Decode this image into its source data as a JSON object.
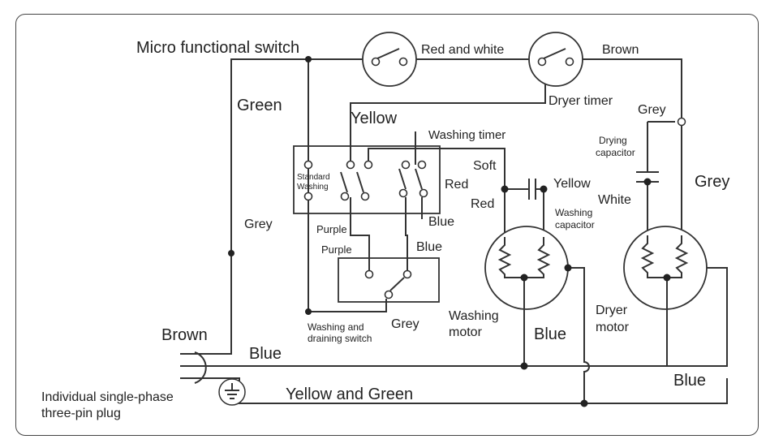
{
  "labels": {
    "micro_switch": "Micro functional switch",
    "red_and_white": "Red and white",
    "brown_top": "Brown",
    "dryer_timer": "Dryer timer",
    "green": "Green",
    "yellow_top": "Yellow",
    "washing_timer": "Washing timer",
    "grey_right": "Grey",
    "drying_capacitor_1": "Drying",
    "drying_capacitor_2": "capacitor",
    "grey_big": "Grey",
    "standard_1": "Standard",
    "standard_2": "Washing",
    "soft": "Soft",
    "red_1": "Red",
    "red_2": "Red",
    "yellow_cap": "Yellow",
    "white": "White",
    "washing_capacitor_1": "Washing",
    "washing_capacitor_2": "capacitor",
    "grey_left": "Grey",
    "purple_1": "Purple",
    "blue_1": "Blue",
    "purple_2": "Purple",
    "blue_2": "Blue",
    "washing_motor_1": "Washing",
    "washing_motor_2": "motor",
    "dryer_motor_1": "Dryer",
    "dryer_motor_2": "motor",
    "grey_switch": "Grey",
    "wash_drain_1": "Washing and",
    "wash_drain_2": "draining switch",
    "blue_motor": "Blue",
    "brown_plug": "Brown",
    "blue_plug": "Blue",
    "blue_right": "Blue",
    "plug_1": "Individual single-phase",
    "plug_2": "three-pin plug",
    "yellow_green": "Yellow and Green"
  }
}
